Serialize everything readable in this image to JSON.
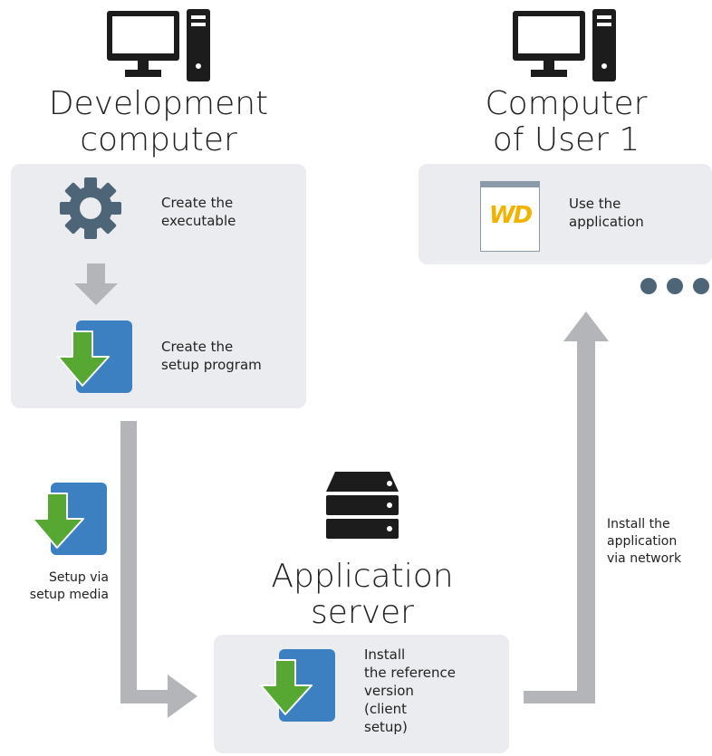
{
  "nodes": {
    "development_computer": {
      "title": "Development\ncomputer",
      "steps": [
        {
          "label": "Create the\nexecutable",
          "icon": "gear-icon"
        },
        {
          "label": "Create the\nsetup program",
          "icon": "setup-install-icon"
        }
      ]
    },
    "user_computer": {
      "title": "Computer\nof User 1",
      "steps": [
        {
          "label": "Use the\napplication",
          "icon": "wd-app-icon",
          "icon_text": "WD"
        }
      ],
      "more_indicator": "ellipsis-dots"
    },
    "application_server": {
      "title": "Application\nserver",
      "steps": [
        {
          "label": "Install\nthe reference\nversion\n(client\nsetup)",
          "icon": "setup-install-icon"
        }
      ]
    }
  },
  "flows": {
    "setup_media": {
      "label": "Setup via\nsetup media",
      "icon": "setup-install-icon"
    },
    "network": {
      "label": "Install the\napplication\nvia network"
    }
  },
  "colors": {
    "panel": "#ebecef",
    "icon_dark": "#1c1c1c",
    "gear": "#4d6577",
    "arrow": "#b3b5b8",
    "dots": "#4d6577",
    "setup_blue": "#3d80c2",
    "setup_green": "#56a832",
    "wd_yellow": "#f2b300"
  }
}
